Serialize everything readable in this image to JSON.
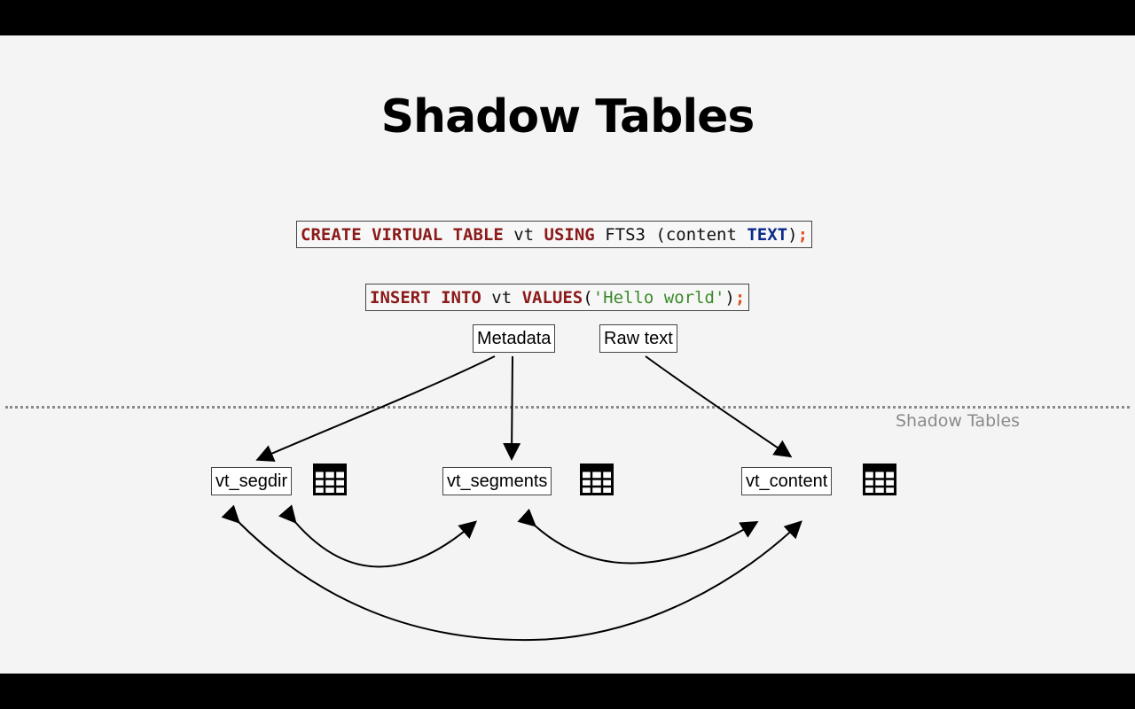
{
  "slide": {
    "title": "Shadow Tables"
  },
  "code": {
    "create": {
      "kw1": "CREATE VIRTUAL TABLE",
      "name": " vt ",
      "kw2": "USING",
      "rest": " FTS3 (content ",
      "type": "TEXT",
      "close": ")",
      "semi": ";"
    },
    "insert": {
      "kw1": "INSERT INTO",
      "name": " vt ",
      "kw2": "VALUES",
      "open": "(",
      "str": "'Hello world'",
      "close": ")",
      "semi": ";"
    }
  },
  "labels": {
    "metadata": "Metadata",
    "raw_text": "Raw text"
  },
  "divider_label": "Shadow Tables",
  "tables": [
    {
      "name": "vt_segdir",
      "icon": "table-grid-icon"
    },
    {
      "name": "vt_segments",
      "icon": "table-grid-icon"
    },
    {
      "name": "vt_content",
      "icon": "table-grid-icon"
    }
  ],
  "colors": {
    "keyword": "#8b1a1a",
    "type": "#0b2a8a",
    "string": "#3a8a2a",
    "semicolon": "#e05020",
    "divider": "#8a8a8a"
  }
}
